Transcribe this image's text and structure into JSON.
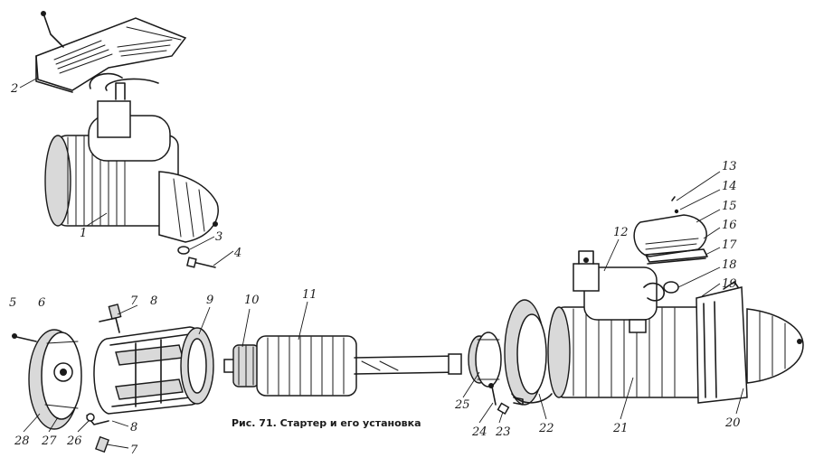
{
  "caption": "Рис. 71. Стартер и его установка",
  "callouts": [
    {
      "id": "c2",
      "label": "2"
    },
    {
      "id": "c1",
      "label": "1"
    },
    {
      "id": "c3",
      "label": "3"
    },
    {
      "id": "c4",
      "label": "4"
    },
    {
      "id": "c5",
      "label": "5"
    },
    {
      "id": "c6",
      "label": "6"
    },
    {
      "id": "c7a",
      "label": "7"
    },
    {
      "id": "c8a",
      "label": "8"
    },
    {
      "id": "c9",
      "label": "9"
    },
    {
      "id": "c10",
      "label": "10"
    },
    {
      "id": "c11",
      "label": "11"
    },
    {
      "id": "c12",
      "label": "12"
    },
    {
      "id": "c13",
      "label": "13"
    },
    {
      "id": "c14",
      "label": "14"
    },
    {
      "id": "c15",
      "label": "15"
    },
    {
      "id": "c16",
      "label": "16"
    },
    {
      "id": "c17",
      "label": "17"
    },
    {
      "id": "c18",
      "label": "18"
    },
    {
      "id": "c19",
      "label": "19"
    },
    {
      "id": "c20",
      "label": "20"
    },
    {
      "id": "c21",
      "label": "21"
    },
    {
      "id": "c22",
      "label": "22"
    },
    {
      "id": "c23",
      "label": "23"
    },
    {
      "id": "c24",
      "label": "24"
    },
    {
      "id": "c25",
      "label": "25"
    },
    {
      "id": "c26",
      "label": "26"
    },
    {
      "id": "c27",
      "label": "27"
    },
    {
      "id": "c28",
      "label": "28"
    },
    {
      "id": "c8b",
      "label": "8"
    },
    {
      "id": "c7b",
      "label": "7"
    }
  ]
}
